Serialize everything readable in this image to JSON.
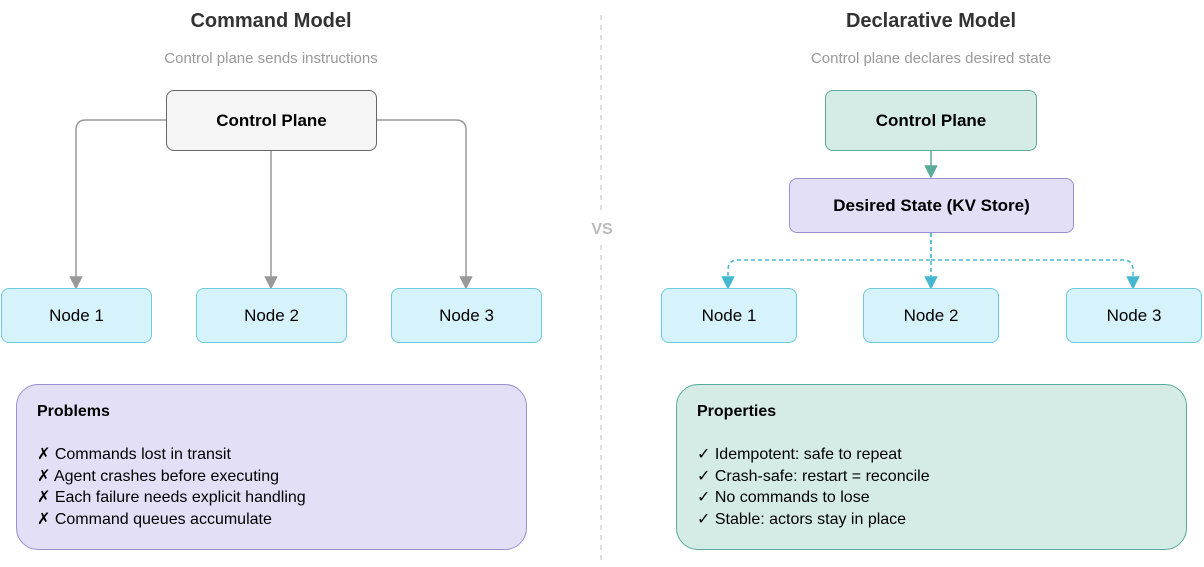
{
  "left": {
    "title": "Command Model",
    "subtitle": "Control plane sends instructions",
    "control_plane": "Control Plane",
    "nodes": [
      "Node 1",
      "Node 2",
      "Node 3"
    ],
    "panel": {
      "title": "Problems",
      "items": [
        "✗ Commands lost in transit",
        "✗ Agent crashes before executing",
        "✗ Each failure needs explicit handling",
        "✗ Command queues accumulate"
      ]
    }
  },
  "divider": {
    "label": "VS"
  },
  "right": {
    "title": "Declarative Model",
    "subtitle": "Control plane declares desired state",
    "control_plane": "Control Plane",
    "desired_state": "Desired State (KV Store)",
    "nodes": [
      "Node 1",
      "Node 2",
      "Node 3"
    ],
    "panel": {
      "title": "Properties",
      "items": [
        "✓ Idempotent: safe to repeat",
        "✓ Crash-safe: restart = reconcile",
        "✓ No commands to lose",
        "✓ Stable: actors stay in place"
      ]
    }
  },
  "colors": {
    "gray_arrow": "#999999",
    "teal_arrow": "#5aaa9b",
    "cyan_dashed": "#45b8d0",
    "divider": "#cccccc"
  }
}
